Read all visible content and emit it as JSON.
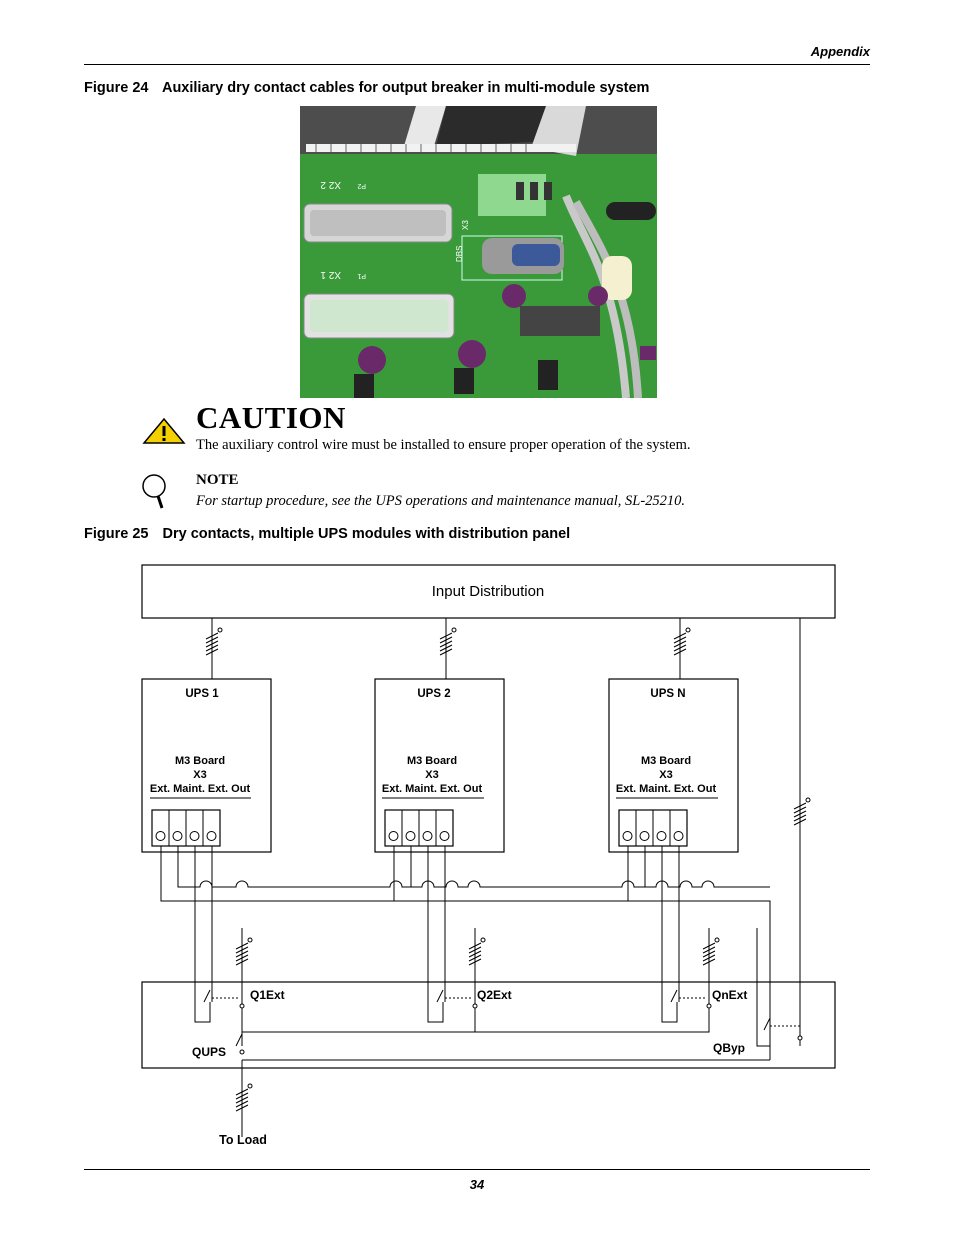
{
  "header": {
    "section": "Appendix"
  },
  "figure24": {
    "number": "Figure 24",
    "title": "Auxiliary dry contact cables for output breaker in multi-module system",
    "photo_labels": {
      "x2_2": "X2 2",
      "p2": "P2",
      "x2_1": "X2 1",
      "p1": "P1",
      "x3": "X3",
      "dbs": "DBS"
    }
  },
  "caution": {
    "title": "CAUTION",
    "text": "The auxiliary control wire must be installed to ensure proper operation of the system."
  },
  "note": {
    "title": "NOTE",
    "text": "For startup procedure, see the UPS operations and maintenance manual, SL-25210."
  },
  "figure25": {
    "number": "Figure 25",
    "title": "Dry contacts, multiple UPS modules with distribution panel",
    "input_distribution": "Input Distribution",
    "ups": [
      {
        "name": "UPS 1",
        "board": "M3 Board",
        "connector": "X3",
        "terminals": "Ext. Maint. Ext. Out"
      },
      {
        "name": "UPS 2",
        "board": "M3 Board",
        "connector": "X3",
        "terminals": "Ext. Maint. Ext. Out"
      },
      {
        "name": "UPS N",
        "board": "M3 Board",
        "connector": "X3",
        "terminals": "Ext. Maint. Ext. Out"
      }
    ],
    "breakers": {
      "q1": "Q1Ext",
      "q2": "Q2Ext",
      "qn": "QnExt",
      "qups": "QUPS",
      "qbyp": "QByp"
    },
    "to_load": "To Load"
  },
  "footer": {
    "page": "34"
  }
}
